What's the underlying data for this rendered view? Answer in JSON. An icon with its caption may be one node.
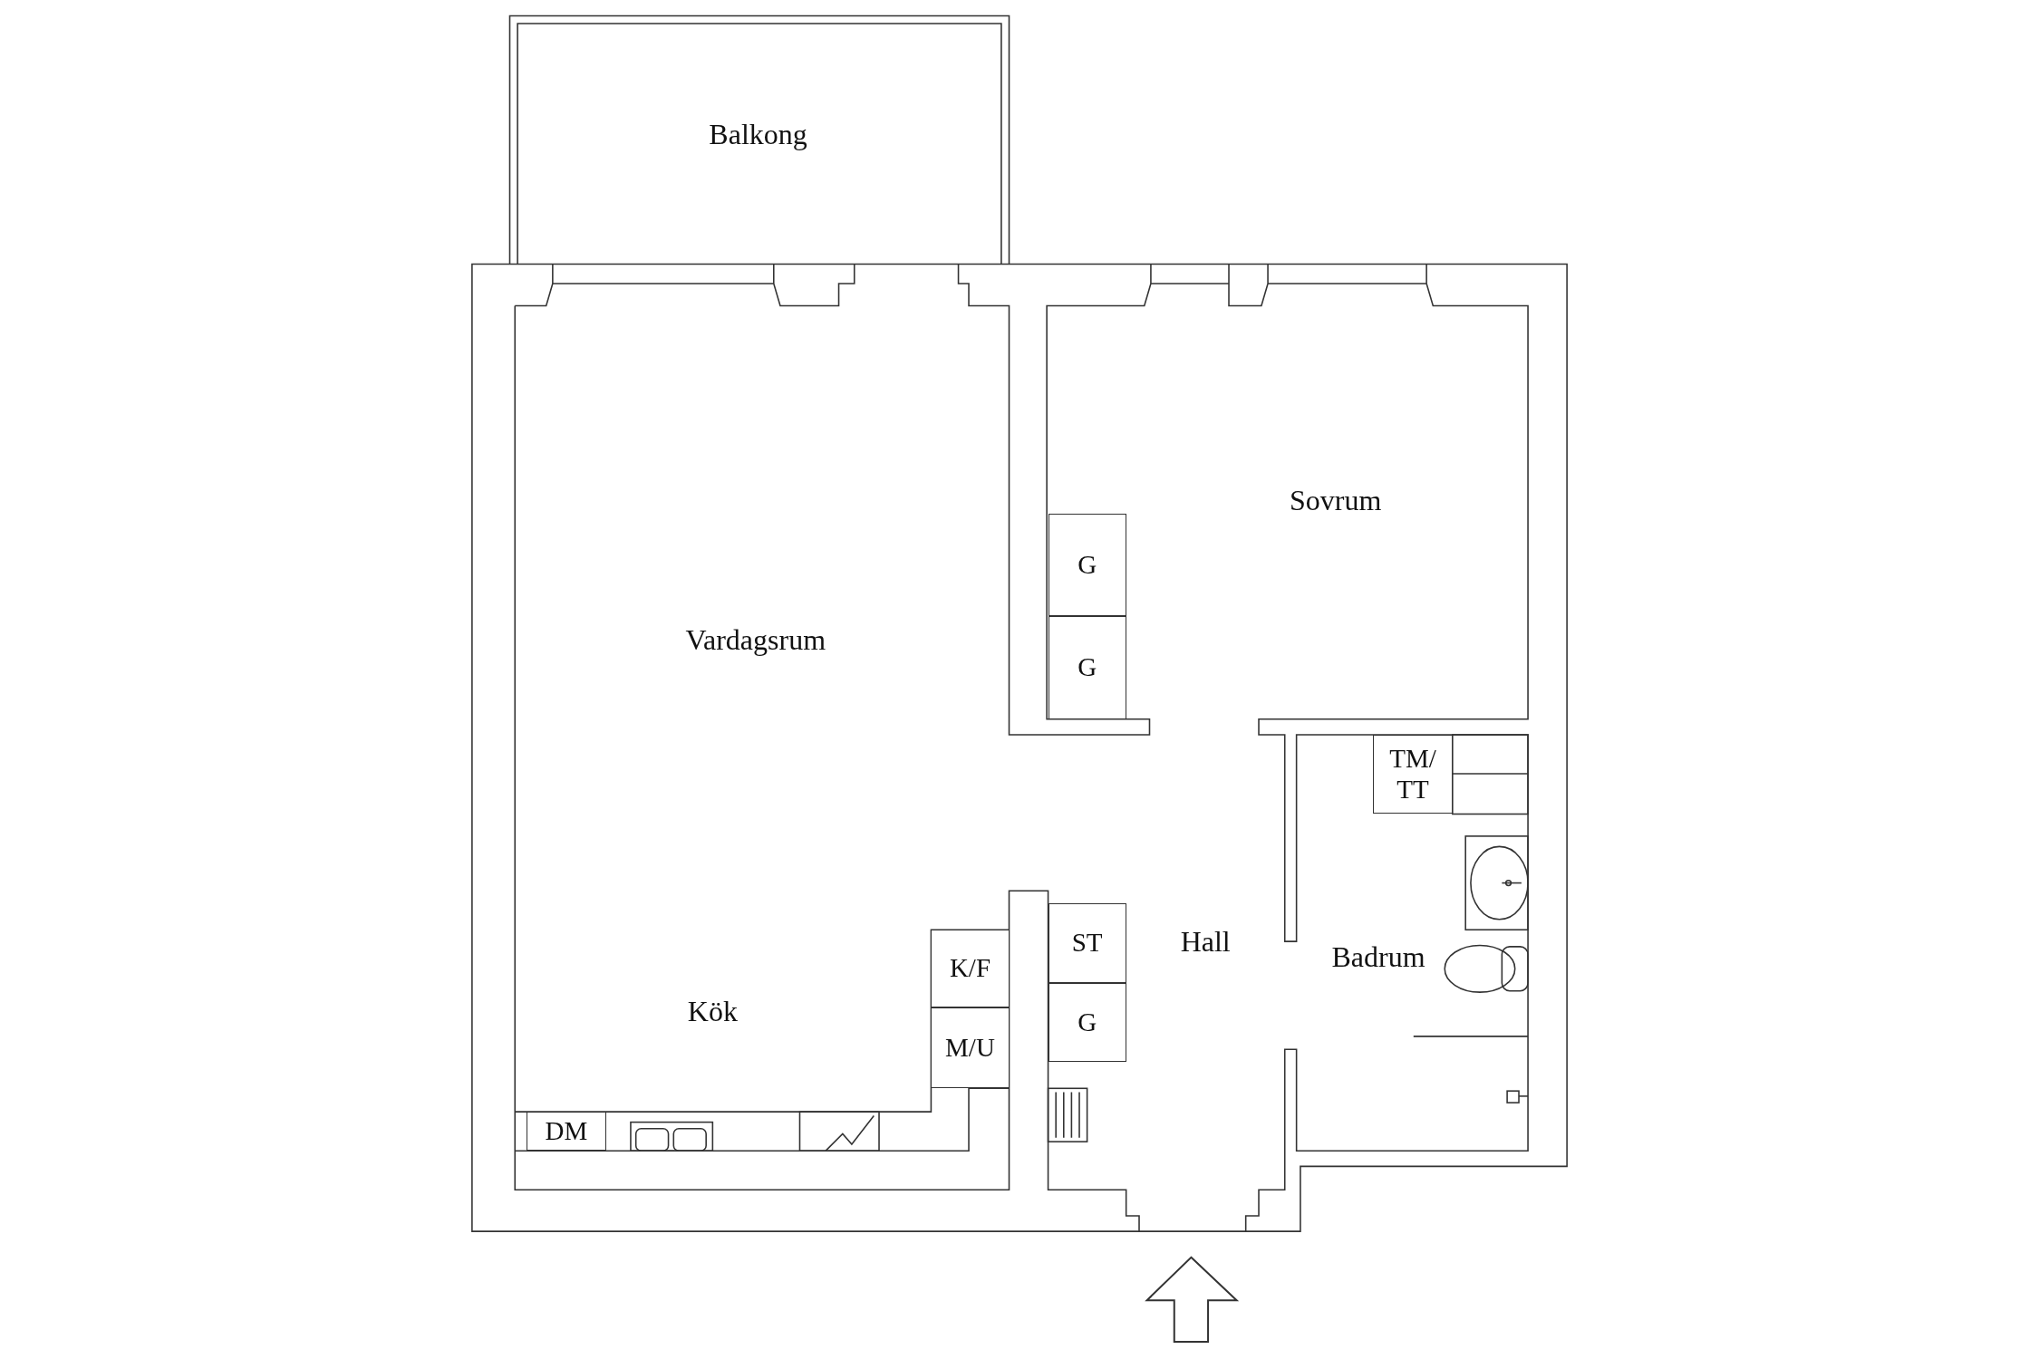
{
  "diagram": {
    "nodes": [
      {
        "text": [
          "G"
        ]
      },
      {
        "text": [
          "G"
        ]
      },
      {
        "text": [
          "TM/ TT"
        ]
      },
      {
        "text": [
          "ST"
        ]
      },
      {
        "text": [
          "K/F"
        ]
      },
      {
        "text": [
          "G"
        ]
      },
      {
        "text": [
          "M/U"
        ]
      },
      {
        "text": [
          "DM"
        ]
      }
    ],
    "labels": [
      "Balkong",
      "Sovrum",
      "Vardagsrum",
      "Hall",
      "Badrum",
      "Kök"
    ]
  }
}
